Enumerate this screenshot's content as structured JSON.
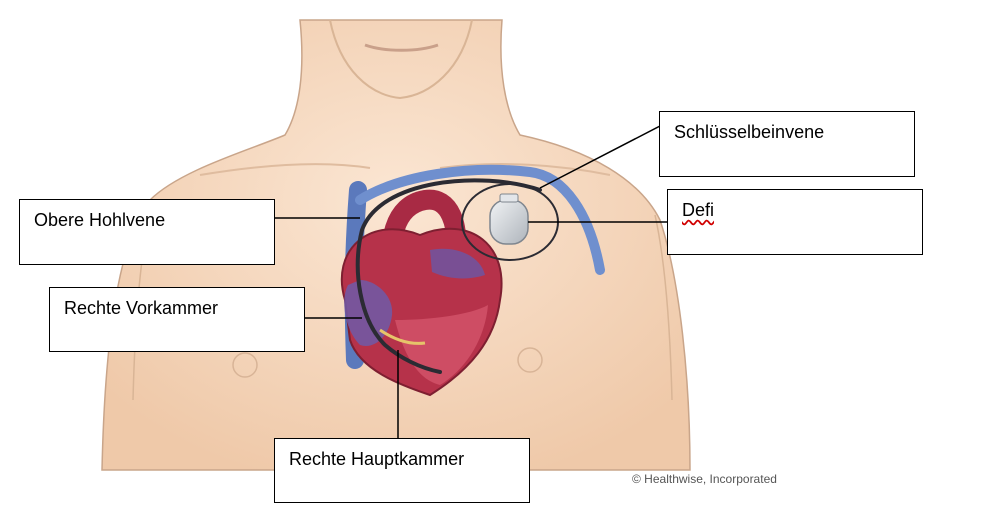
{
  "labels": {
    "obere_hohlvene": "Obere Hohlvene",
    "rechte_vorkammer": "Rechte Vorkammer",
    "rechte_hauptkammer": "Rechte Hauptkammer",
    "schluesselbeinvene": "Schlüsselbeinvene",
    "defi": "Defi"
  },
  "copyright": "© Healthwise, Incorporated",
  "colors": {
    "skin": "#f6d9c0",
    "skin_outline": "#c9a58a",
    "heart_red": "#b6324a",
    "heart_purple": "#6b5aa8",
    "vessel_blue": "#4d6fb3",
    "device_gray": "#cfd3d8",
    "lead_dark": "#2b2b33",
    "spellcheck": "#d00000"
  }
}
